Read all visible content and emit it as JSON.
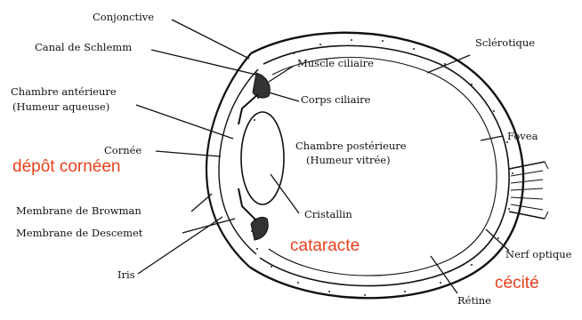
{
  "labels": {
    "conjonctive": "Conjonctive",
    "canal_schlemm": "Canal de Schlemm",
    "chambre_anterieure_1": "Chambre antérieure",
    "chambre_anterieure_2": "(Humeur aqueuse)",
    "cornee": "Cornée",
    "membrane_browman": "Membrane de Browman",
    "membrane_descemet": "Membrane de Descemet",
    "iris": "Iris",
    "muscle_ciliaire": "Muscle ciliaire",
    "corps_ciliaire": "Corps ciliaire",
    "chambre_posterieure_1": "Chambre postérieure",
    "chambre_posterieure_2": "(Humeur vitrée)",
    "cristallin": "Cristallin",
    "sclerotique": "Sclérotique",
    "fovea": "Fovea",
    "nerf_optique": "Nerf optique",
    "retine": "Rétine"
  },
  "annotations": {
    "depot_corneen": "dépôt cornéen",
    "cataracte": "cataracte",
    "cecite": "cécité"
  },
  "colors": {
    "annotation": "#e8401c",
    "ink": "#111111"
  }
}
